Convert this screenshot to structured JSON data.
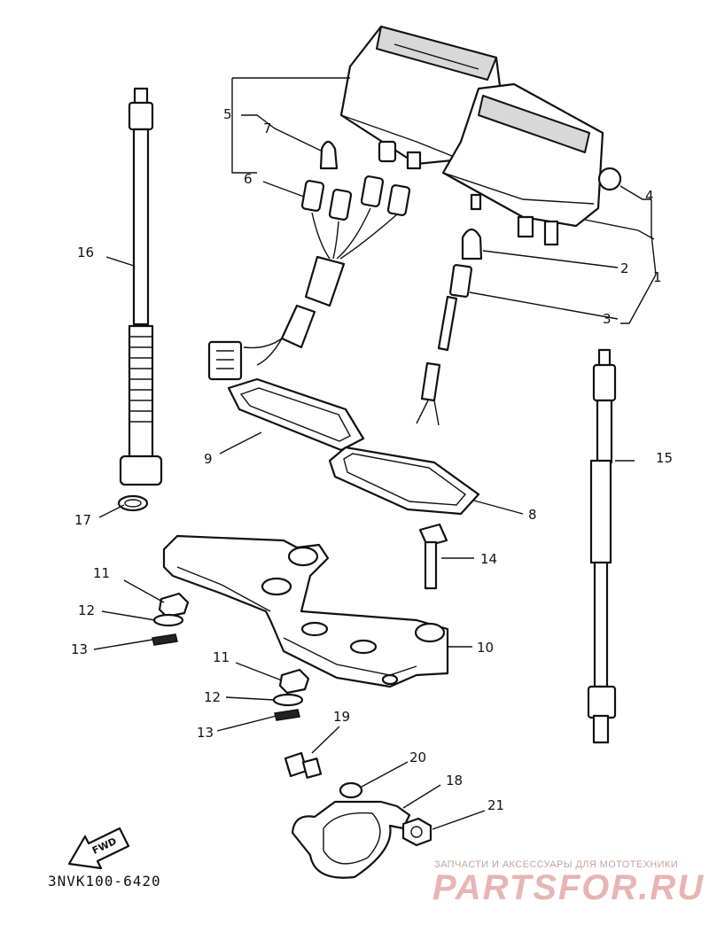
{
  "diagram": {
    "callouts": [
      {
        "id": "c1",
        "text": "1"
      },
      {
        "id": "c2",
        "text": "2"
      },
      {
        "id": "c3",
        "text": "3"
      },
      {
        "id": "c4",
        "text": "4"
      },
      {
        "id": "c5",
        "text": "5"
      },
      {
        "id": "c6",
        "text": "6"
      },
      {
        "id": "c7",
        "text": "7"
      },
      {
        "id": "c8",
        "text": "8"
      },
      {
        "id": "c9",
        "text": "9"
      },
      {
        "id": "c10",
        "text": "10"
      },
      {
        "id": "c11a",
        "text": "11"
      },
      {
        "id": "c11b",
        "text": "11"
      },
      {
        "id": "c12a",
        "text": "12"
      },
      {
        "id": "c12b",
        "text": "12"
      },
      {
        "id": "c13a",
        "text": "13"
      },
      {
        "id": "c13b",
        "text": "13"
      },
      {
        "id": "c14",
        "text": "14"
      },
      {
        "id": "c15",
        "text": "15"
      },
      {
        "id": "c16",
        "text": "16"
      },
      {
        "id": "c17",
        "text": "17"
      },
      {
        "id": "c18",
        "text": "18"
      },
      {
        "id": "c19",
        "text": "19"
      },
      {
        "id": "c20",
        "text": "20"
      },
      {
        "id": "c21",
        "text": "21"
      }
    ],
    "fwd_label": "FWD",
    "drawing_code": "3NVK100-6420"
  },
  "watermark": {
    "subtitle": "ЗАПЧАСТИ И АКСЕССУАРЫ ДЛЯ МОТОТЕХНИКИ",
    "brand": "PARTSFOR.RU"
  }
}
